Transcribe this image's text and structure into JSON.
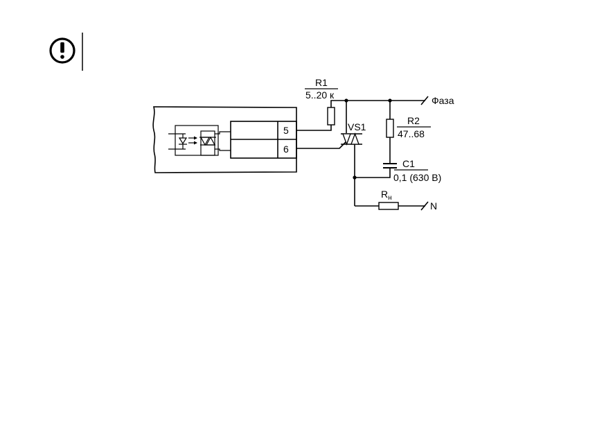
{
  "diagram": {
    "labels": {
      "r1_name": "R1",
      "r1_value": "5..20 к",
      "phase": "Фаза",
      "r2_name": "R2",
      "r2_value": "47..68",
      "vs1": "VS1",
      "c1_name": "C1",
      "c1_value": "0,1 (630 В)",
      "rn_main": "R",
      "rn_sub": "н",
      "neutral": "N",
      "pin5": "5",
      "pin6": "6"
    },
    "icons": {
      "warning": "exclamation-circle-icon"
    }
  }
}
